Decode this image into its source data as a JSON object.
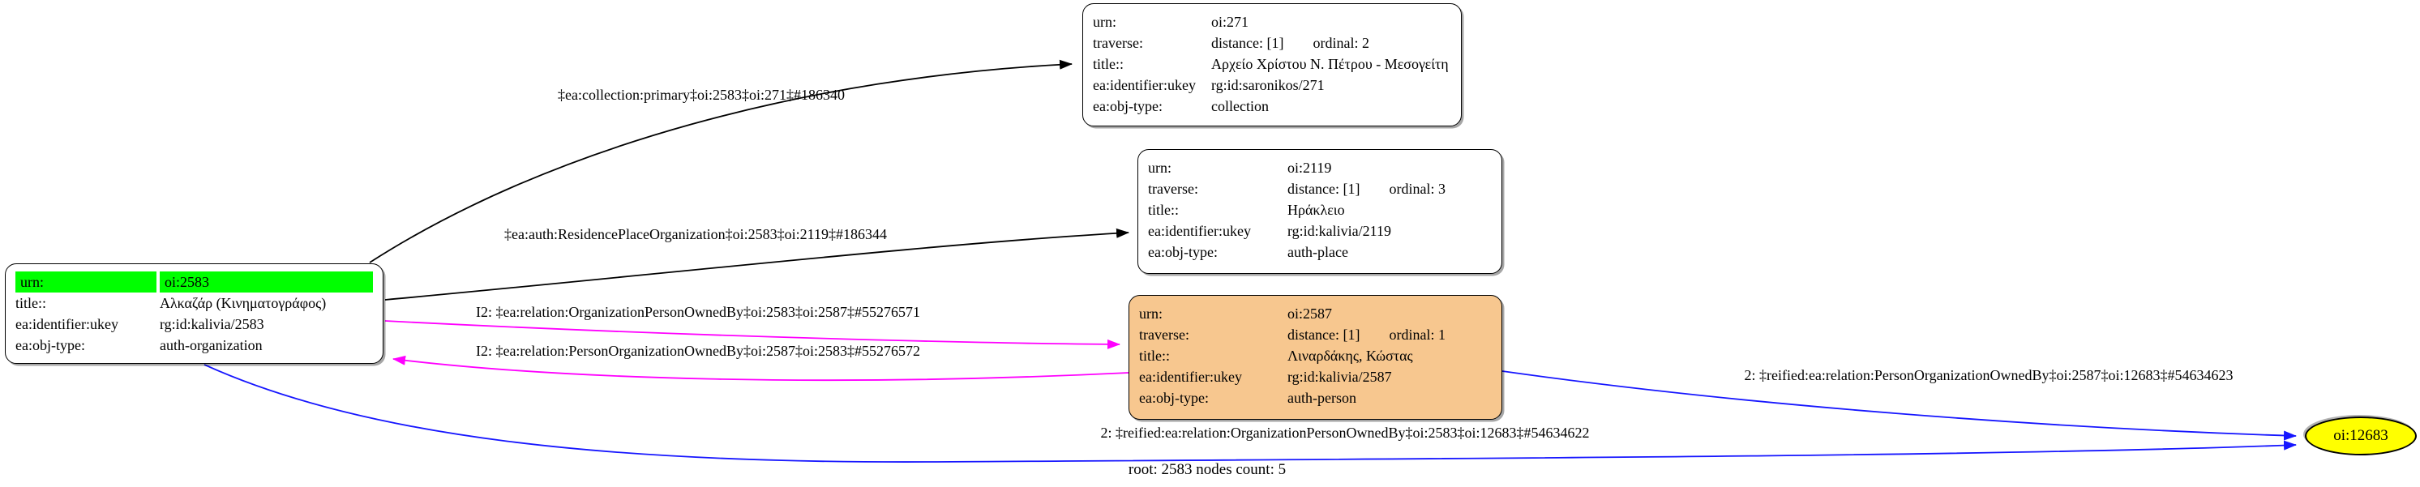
{
  "colors": {
    "highlight_green": "#00ff00",
    "person_orange": "#f7c78f",
    "reified_yellow": "#ffff00",
    "relation_magenta": "#ff00ff",
    "reified_blue": "#1616ff",
    "edge_black": "#000000"
  },
  "root_note": "root: 2583 nodes count: 5",
  "nodes": {
    "n2583": {
      "urn_label": "urn:",
      "urn": "oi:2583",
      "title_label": "title::",
      "title": "Αλκαζάρ (Κινηματογράφος)",
      "ukey_label": "ea:identifier:ukey",
      "ukey": "rg:id:kalivia/2583",
      "objtype_label": "ea:obj-type:",
      "objtype": "auth-organization"
    },
    "n271": {
      "urn_label": "urn:",
      "urn": "oi:271",
      "traverse_label": "traverse:",
      "distance": "distance: [1]",
      "ordinal": "ordinal: 2",
      "title_label": "title::",
      "title": "Αρχείο Χρίστου Ν. Πέτρου - Μεσογείτη",
      "ukey_label": "ea:identifier:ukey",
      "ukey": "rg:id:saronikos/271",
      "objtype_label": "ea:obj-type:",
      "objtype": "collection"
    },
    "n2119": {
      "urn_label": "urn:",
      "urn": "oi:2119",
      "traverse_label": "traverse:",
      "distance": "distance: [1]",
      "ordinal": "ordinal: 3",
      "title_label": "title::",
      "title": "Ηράκλειο",
      "ukey_label": "ea:identifier:ukey",
      "ukey": "rg:id:kalivia/2119",
      "objtype_label": "ea:obj-type:",
      "objtype": "auth-place"
    },
    "n2587": {
      "urn_label": "urn:",
      "urn": "oi:2587",
      "traverse_label": "traverse:",
      "distance": "distance: [1]",
      "ordinal": "ordinal: 1",
      "title_label": "title::",
      "title": "Λιναρδάκης, Κώστας",
      "ukey_label": "ea:identifier:ukey",
      "ukey": "rg:id:kalivia/2587",
      "objtype_label": "ea:obj-type:",
      "objtype": "auth-person"
    },
    "n12683": {
      "label": "oi:12683"
    }
  },
  "edges": {
    "collection_primary": {
      "label": "‡ea:collection:primary‡oi:2583‡oi:271‡#186340"
    },
    "residence_place": {
      "label": "‡ea:auth:ResidencePlaceOrganization‡oi:2583‡oi:2119‡#186344"
    },
    "org_person_owned_by": {
      "label": "I2: ‡ea:relation:OrganizationPersonOwnedBy‡oi:2583‡oi:2587‡#55276571"
    },
    "person_org_owned_by": {
      "label": "I2: ‡ea:relation:PersonOrganizationOwnedBy‡oi:2587‡oi:2583‡#55276572"
    },
    "reified_person_org": {
      "label": "2: ‡reified:ea:relation:PersonOrganizationOwnedBy‡oi:2587‡oi:12683‡#54634623"
    },
    "reified_org_person": {
      "label": "2: ‡reified:ea:relation:OrganizationPersonOwnedBy‡oi:2583‡oi:12683‡#54634622"
    }
  }
}
